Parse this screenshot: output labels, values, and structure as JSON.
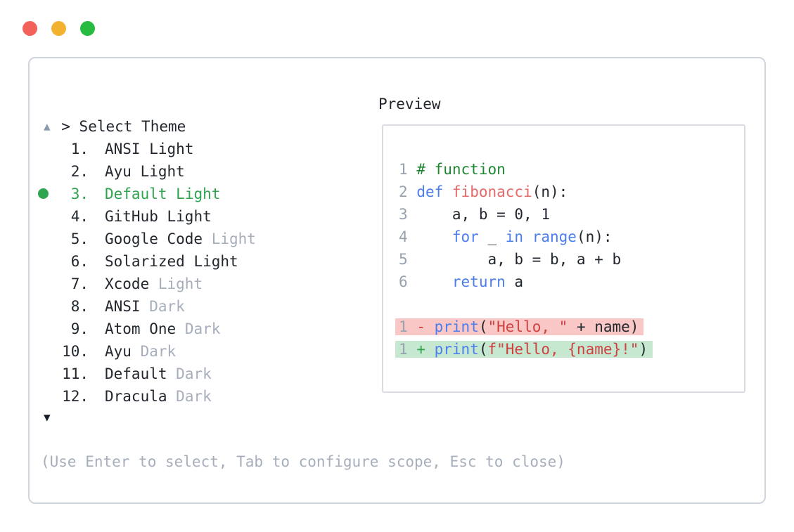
{
  "window": {
    "controls": [
      {
        "name": "close",
        "color": "#f2615a"
      },
      {
        "name": "minimize",
        "color": "#f2b22f"
      },
      {
        "name": "zoom",
        "color": "#27bb3f"
      }
    ]
  },
  "prompt": {
    "chevron": ">",
    "title": "Select Theme"
  },
  "preview": {
    "label": "Preview"
  },
  "theme_list": {
    "scroll_up_indicator": "▲",
    "scroll_down_indicator": "▼",
    "items": [
      {
        "number": "1.",
        "name": "ANSI",
        "variant": "Light",
        "variant_muted": false,
        "selected": false
      },
      {
        "number": "2.",
        "name": "Ayu",
        "variant": "Light",
        "variant_muted": false,
        "selected": false
      },
      {
        "number": "3.",
        "name": "Default",
        "variant": "Light",
        "variant_muted": false,
        "selected": true
      },
      {
        "number": "4.",
        "name": "GitHub",
        "variant": "Light",
        "variant_muted": false,
        "selected": false
      },
      {
        "number": "5.",
        "name": "Google Code",
        "variant": "Light",
        "variant_muted": true,
        "selected": false
      },
      {
        "number": "6.",
        "name": "Solarized",
        "variant": "Light",
        "variant_muted": false,
        "selected": false
      },
      {
        "number": "7.",
        "name": "Xcode",
        "variant": "Light",
        "variant_muted": true,
        "selected": false
      },
      {
        "number": "8.",
        "name": "ANSI",
        "variant": "Dark",
        "variant_muted": true,
        "selected": false
      },
      {
        "number": "9.",
        "name": "Atom One",
        "variant": "Dark",
        "variant_muted": true,
        "selected": false
      },
      {
        "number": "10.",
        "name": "Ayu",
        "variant": "Dark",
        "variant_muted": true,
        "selected": false
      },
      {
        "number": "11.",
        "name": "Default",
        "variant": "Dark",
        "variant_muted": true,
        "selected": false
      },
      {
        "number": "12.",
        "name": "Dracula",
        "variant": "Dark",
        "variant_muted": true,
        "selected": false
      }
    ]
  },
  "code_preview": {
    "lines": [
      {
        "num": "1",
        "tokens": [
          {
            "text": "# function",
            "type": "comment"
          }
        ]
      },
      {
        "num": "2",
        "tokens": [
          {
            "text": "def",
            "type": "keyword"
          },
          {
            "text": " ",
            "type": "plain"
          },
          {
            "text": "fibonacci",
            "type": "function"
          },
          {
            "text": "(n):",
            "type": "plain"
          }
        ]
      },
      {
        "num": "3",
        "tokens": [
          {
            "text": "    a, b = 0, 1",
            "type": "plain"
          }
        ]
      },
      {
        "num": "4",
        "tokens": [
          {
            "text": "    ",
            "type": "plain"
          },
          {
            "text": "for",
            "type": "keyword"
          },
          {
            "text": " _ ",
            "type": "plain"
          },
          {
            "text": "in",
            "type": "keyword"
          },
          {
            "text": " ",
            "type": "plain"
          },
          {
            "text": "range",
            "type": "keyword"
          },
          {
            "text": "(n):",
            "type": "plain"
          }
        ]
      },
      {
        "num": "5",
        "tokens": [
          {
            "text": "        a, b = b, a + b",
            "type": "plain"
          }
        ]
      },
      {
        "num": "6",
        "tokens": [
          {
            "text": "    ",
            "type": "plain"
          },
          {
            "text": "return",
            "type": "keyword"
          },
          {
            "text": " a",
            "type": "plain"
          }
        ]
      },
      {
        "num": "",
        "tokens": []
      },
      {
        "num": "1",
        "diff": "removed",
        "sign": "-",
        "tokens": [
          {
            "text": "print",
            "type": "keyword"
          },
          {
            "text": "(",
            "type": "plain"
          },
          {
            "text": "\"Hello, \"",
            "type": "string"
          },
          {
            "text": " + name)",
            "type": "plain"
          }
        ]
      },
      {
        "num": "1",
        "diff": "added",
        "sign": "+",
        "tokens": [
          {
            "text": "print",
            "type": "keyword"
          },
          {
            "text": "(",
            "type": "plain"
          },
          {
            "text": "f\"Hello, {name}!\"",
            "type": "string"
          },
          {
            "text": ")",
            "type": "plain"
          }
        ]
      }
    ]
  },
  "hint": {
    "text": "(Use Enter to select, Tab to configure scope, Esc to close)"
  },
  "colors": {
    "selected_green": "#2fa44e",
    "muted_gray": "#a7aebb",
    "line_number_gray": "#98a1ae",
    "syntax_comment": "#1e8732",
    "syntax_keyword": "#4b7dee",
    "syntax_function": "#e56a6a",
    "syntax_string": "#ce4140",
    "diff_removed_bg": "#f9c7c6",
    "diff_added_bg": "#c7e8d0",
    "panel_border": "#d0d5dd",
    "preview_border": "#d9dde3",
    "scroll_up_color": "#8b99af",
    "scroll_down_color": "#171d26"
  }
}
